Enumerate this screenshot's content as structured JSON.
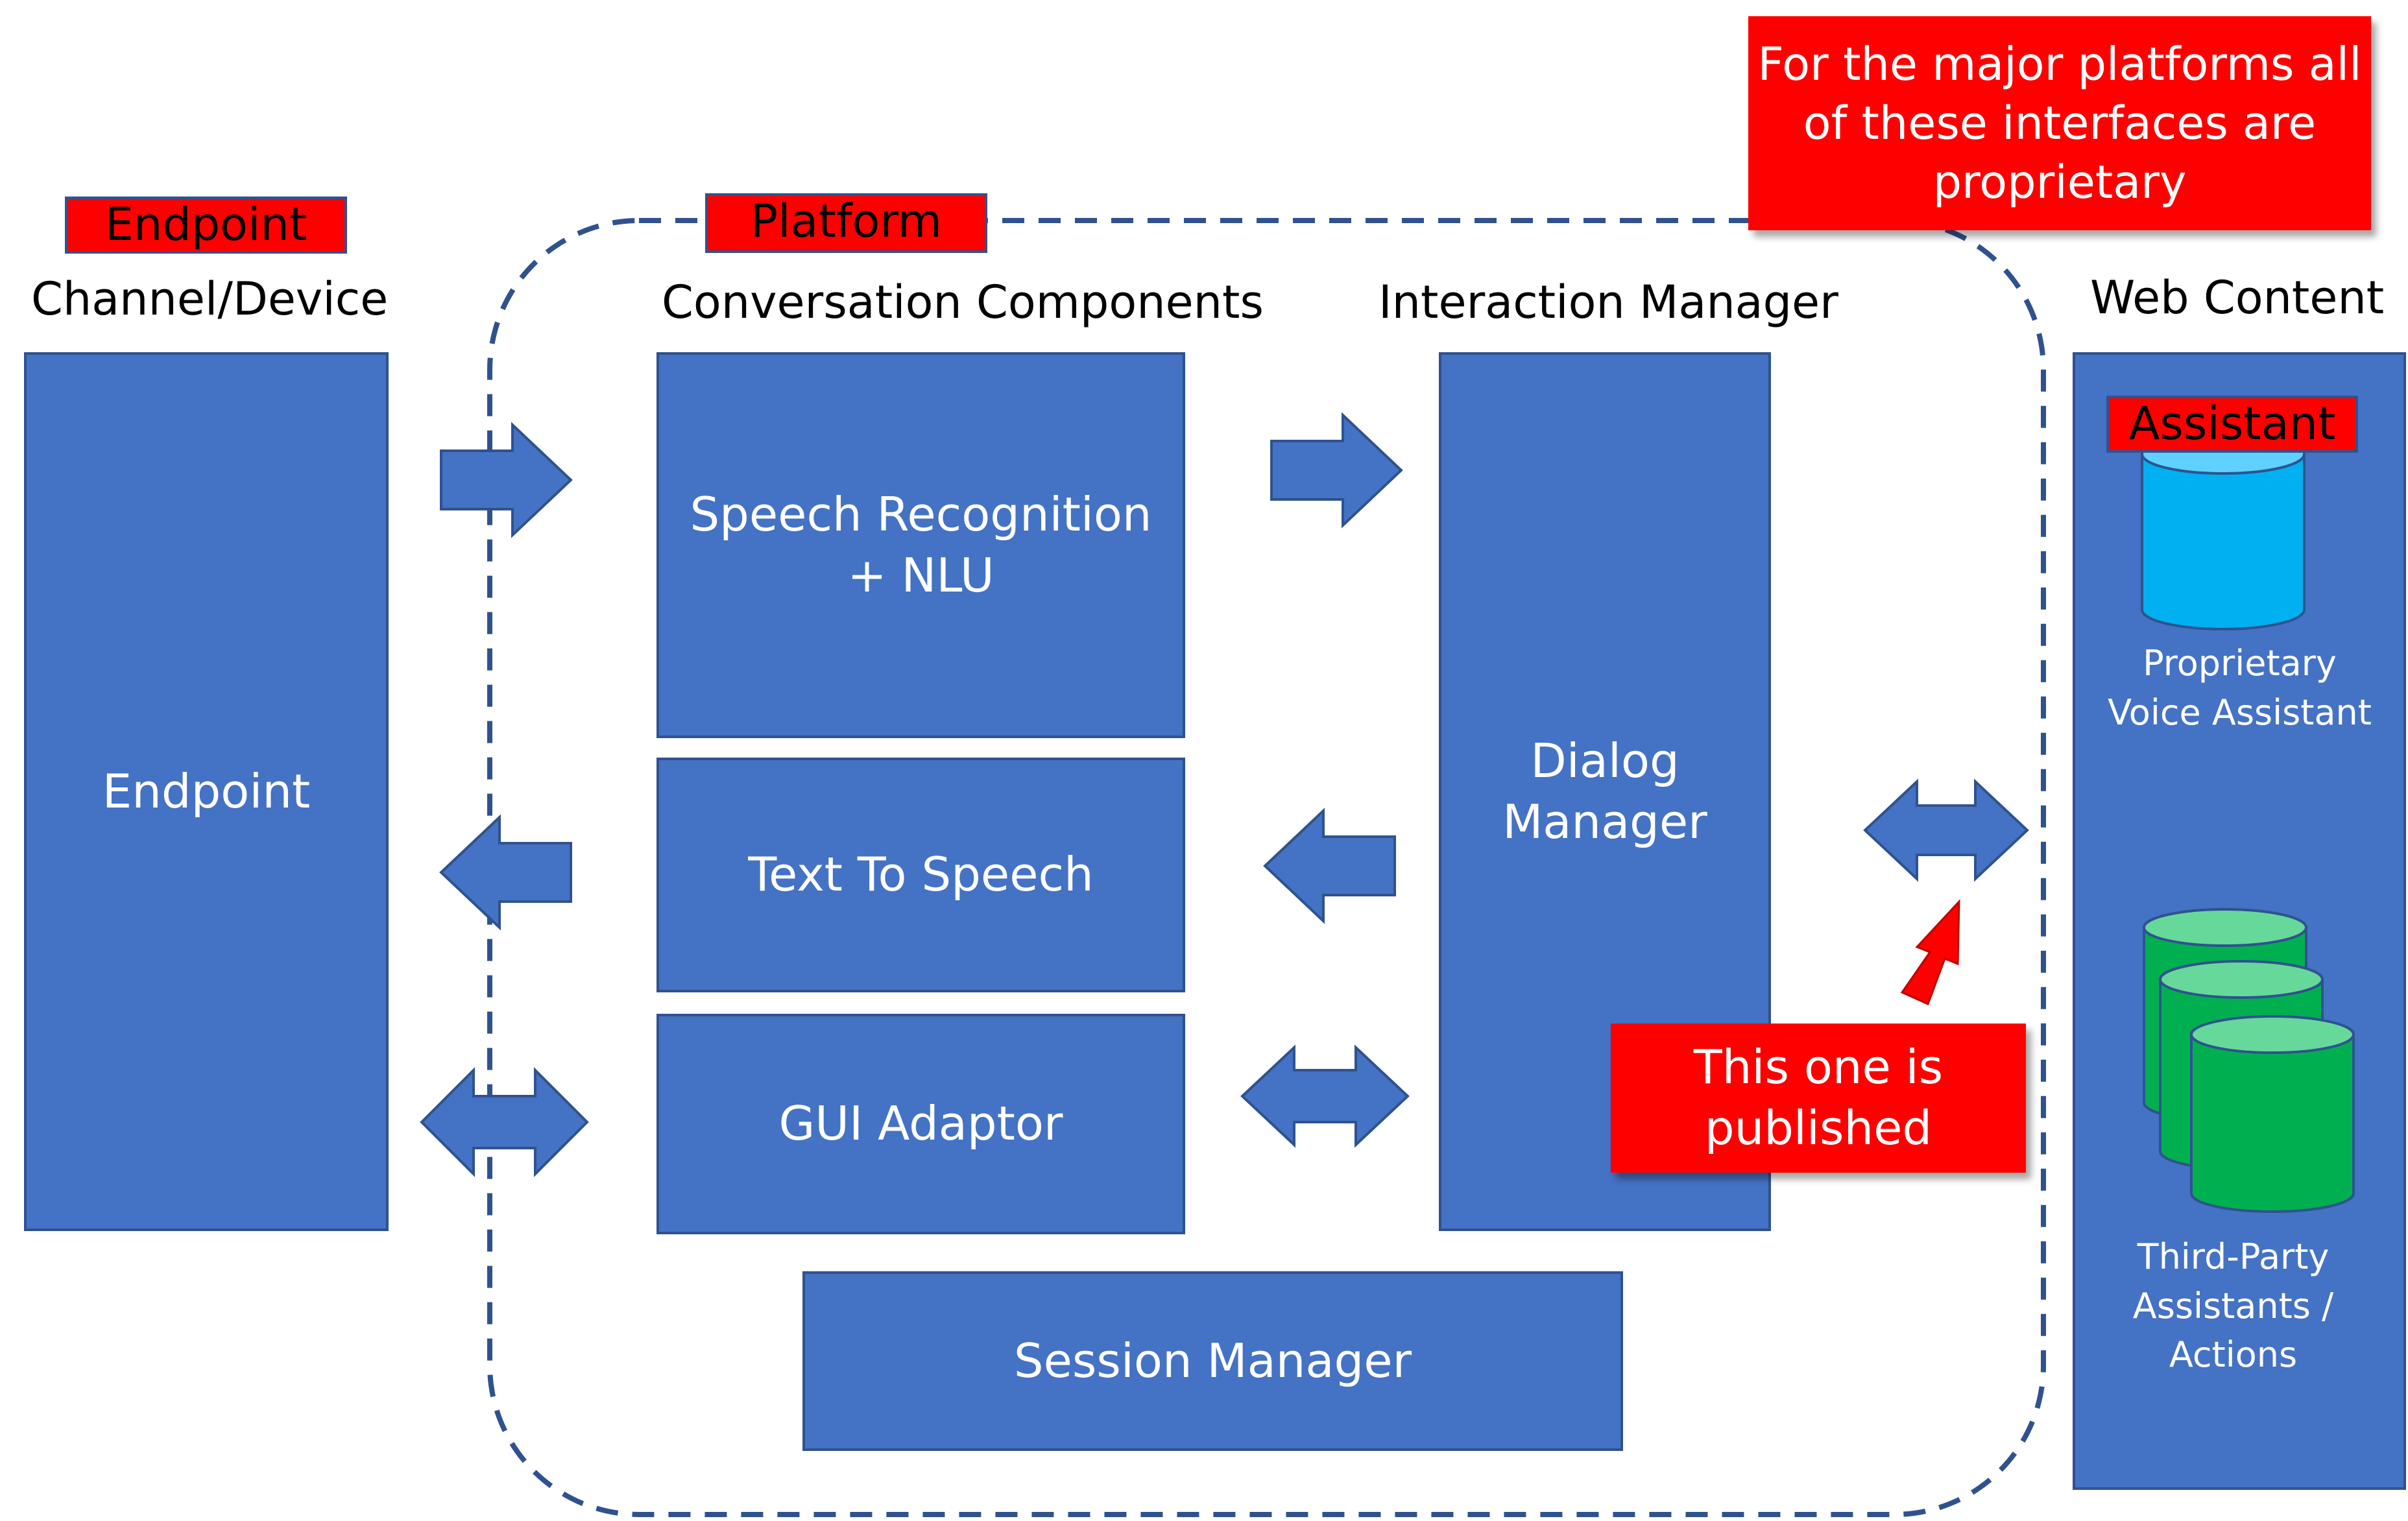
{
  "headers": {
    "channel_device": "Channel/Device",
    "conversation_components": "Conversation Components",
    "interaction_manager": "Interaction Manager",
    "web_content": "Web Content"
  },
  "tags": {
    "endpoint": "Endpoint",
    "platform": "Platform",
    "assistant": "Assistant"
  },
  "boxes": {
    "endpoint": "Endpoint",
    "speech_recognition": "Speech Recognition\n+ NLU",
    "text_to_speech": "Text To Speech",
    "gui_adaptor": "GUI Adaptor",
    "dialog_manager": "Dialog\nManager",
    "session_manager": "Session Manager"
  },
  "web_content": {
    "proprietary_assistant": "Proprietary\nVoice Assistant",
    "third_party": "Third-Party\nAssistants /\nActions"
  },
  "notes": {
    "proprietary": "For the major platforms all\nof these interfaces are\nproprietary",
    "published": "This one is\npublished"
  },
  "colors": {
    "box_fill": "#4472c4",
    "box_border": "#2f528f",
    "note_red": "#ff0000",
    "cylinder_blue": "#00b0f0",
    "cylinder_green": "#00b050"
  }
}
